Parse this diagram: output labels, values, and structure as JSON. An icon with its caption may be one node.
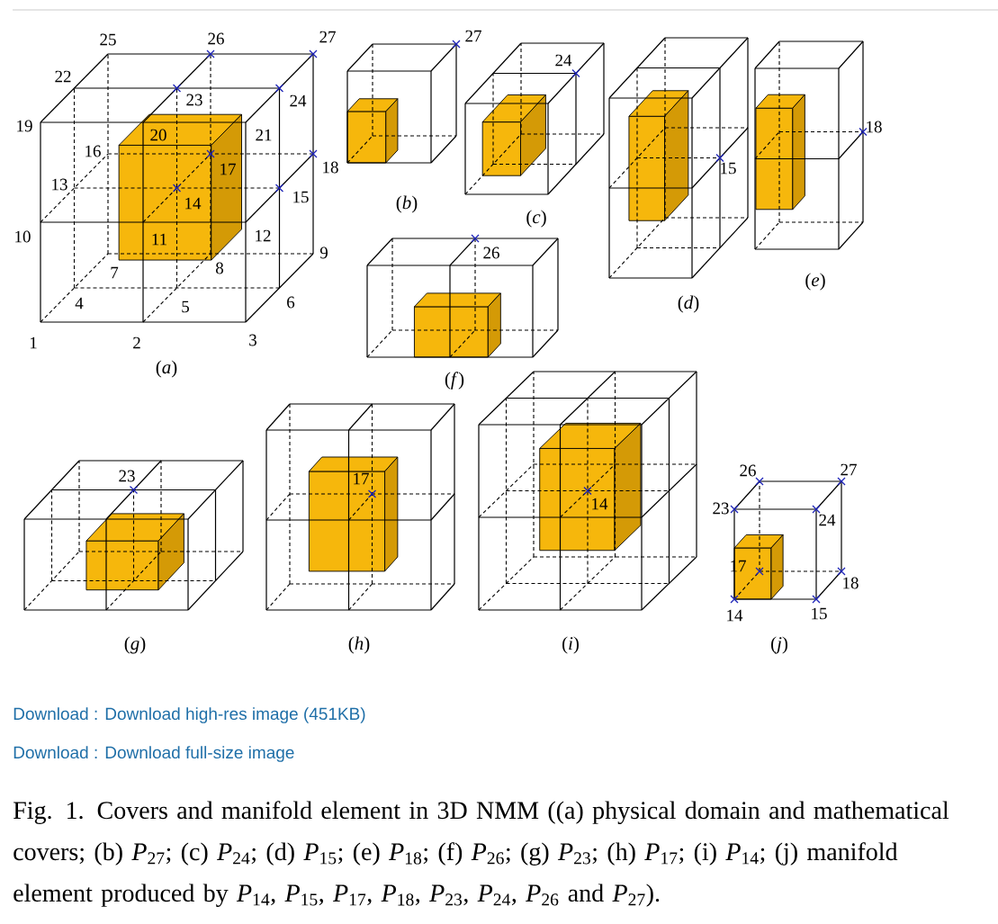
{
  "diagram": {
    "labels": [
      "25",
      "26",
      "27",
      "22",
      "23",
      "24",
      "19",
      "20",
      "21",
      "16",
      "17",
      "18",
      "13",
      "14",
      "15",
      "10",
      "11",
      "12",
      "9",
      "7",
      "8",
      "4",
      "5",
      "6",
      "1",
      "2",
      "3",
      "(*a*)",
      "27",
      "(*b*)",
      "24",
      "(*c*)",
      "15",
      "(*d*)",
      "18",
      "(*e*)",
      "26",
      "(*f*)",
      "23",
      "(*g*)",
      "17",
      "(*h*)",
      "14",
      "(*i*)",
      "26",
      "27",
      "23",
      "24",
      "17",
      "18",
      "14",
      "15",
      "(*j*)",
      "Download : Download high-res image (451KB)",
      "Download : Download full-size image"
    ],
    "caption": "Fig. 1. Covers and manifold element in 3D NMM ((a) physical domain and mathematical covers; (b) *P*$_{27}$; (c) *P*$_{24}$; (d) *P*$_{15}$; (e) *P*$_{18}$; (f) *P*$_{26}$; (g) *P*$_{23}$; (h) *P*$_{17}$; (i) *P*$_{14}$; (j) manifold element produced by *P*$_{14}$, *P*$_{15}$, *P*$_{17}$, *P*$_{18}$, *P*$_{23}$, *P*$_{24}$, *P*$_{26}$ and *P*$_{27}$)."
  }
}
